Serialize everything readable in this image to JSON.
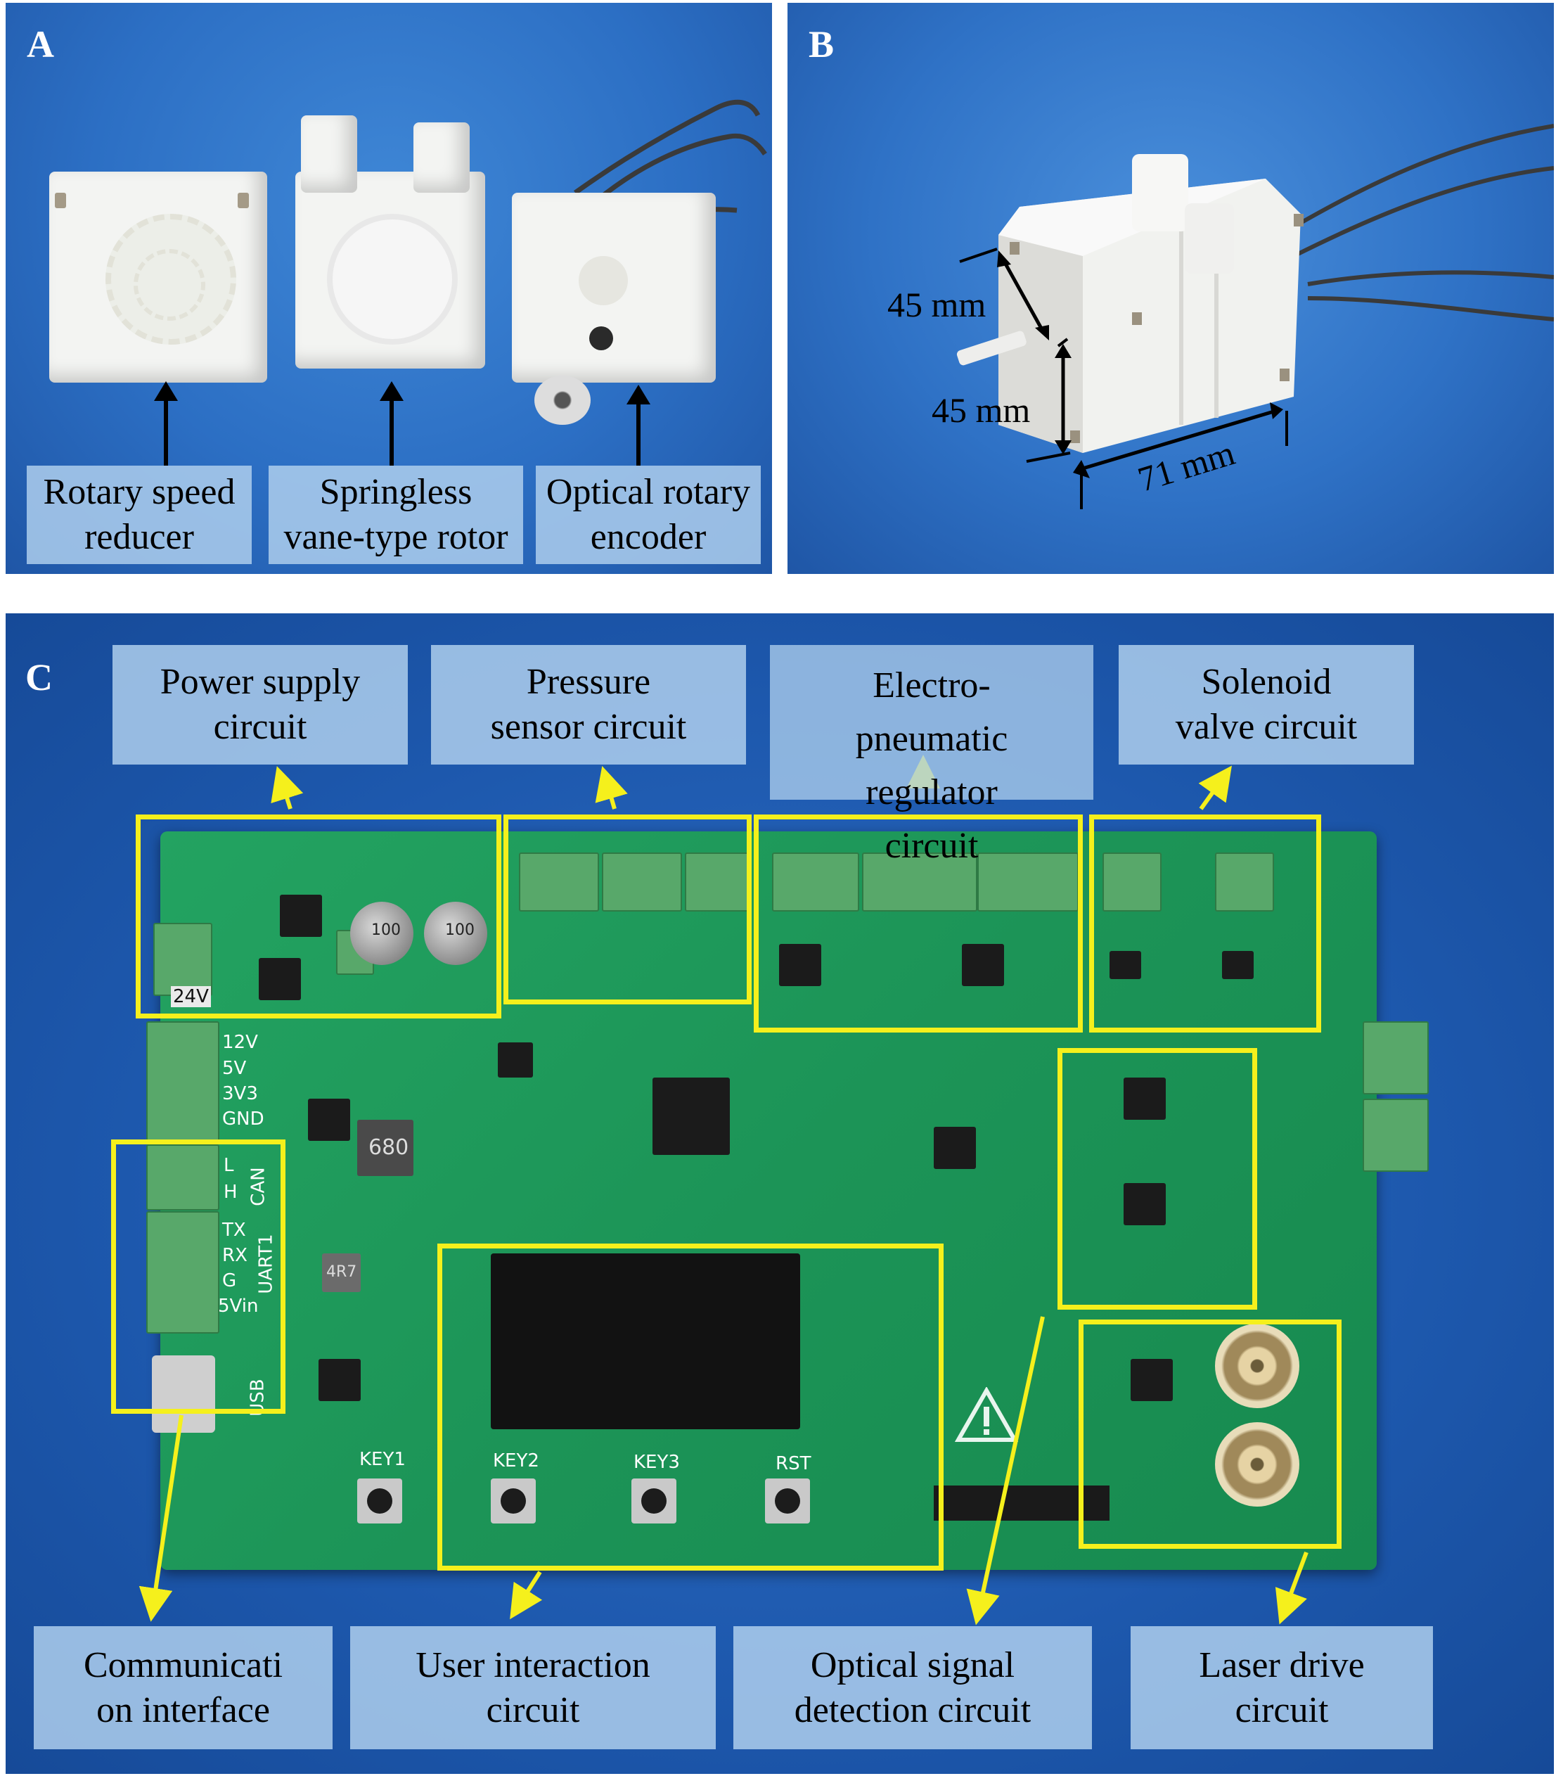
{
  "panels": {
    "a": {
      "letter": "A",
      "labels": [
        {
          "line1": "Rotary speed",
          "line2": "reducer"
        },
        {
          "line1": "Springless",
          "line2": "vane-type rotor"
        },
        {
          "line1": "Optical rotary",
          "line2": "encoder"
        }
      ]
    },
    "b": {
      "letter": "B",
      "dims": {
        "width": "45 mm",
        "height": "45 mm",
        "length": "71 mm"
      }
    },
    "c": {
      "letter": "C",
      "top_labels": [
        {
          "line1": "Power supply",
          "line2": "circuit"
        },
        {
          "line1": "Pressure",
          "line2": "sensor circuit"
        },
        {
          "line1": "Electro-",
          "line2": "pneumatic",
          "line3": "regulator",
          "line4": "circuit"
        },
        {
          "line1": "Solenoid",
          "line2": "valve circuit"
        }
      ],
      "bottom_labels": [
        {
          "line1": "Communicati",
          "line2": "on interface"
        },
        {
          "line1": "User interaction",
          "line2": "circuit"
        },
        {
          "line1": "Optical signal",
          "line2": "detection circuit"
        },
        {
          "line1": "Laser drive",
          "line2": "circuit"
        }
      ],
      "silk": {
        "v24": "24V",
        "pins": [
          "12V",
          "5V",
          "3V3",
          "GND"
        ],
        "can": [
          "L",
          "H",
          "CAN"
        ],
        "uart": [
          "TX",
          "RX",
          "G",
          "5Vin",
          "UART1"
        ],
        "usb": "USB",
        "keys": [
          "KEY1",
          "KEY2",
          "KEY3",
          "RST"
        ],
        "inductor1": "680",
        "inductor2": "4R7",
        "cap_marking": "100"
      }
    }
  },
  "colors": {
    "highlight": "#f5f01c",
    "label_bg": "#accdec",
    "background_blue": "#2c6fc4",
    "pcb_green": "#1c9457"
  }
}
